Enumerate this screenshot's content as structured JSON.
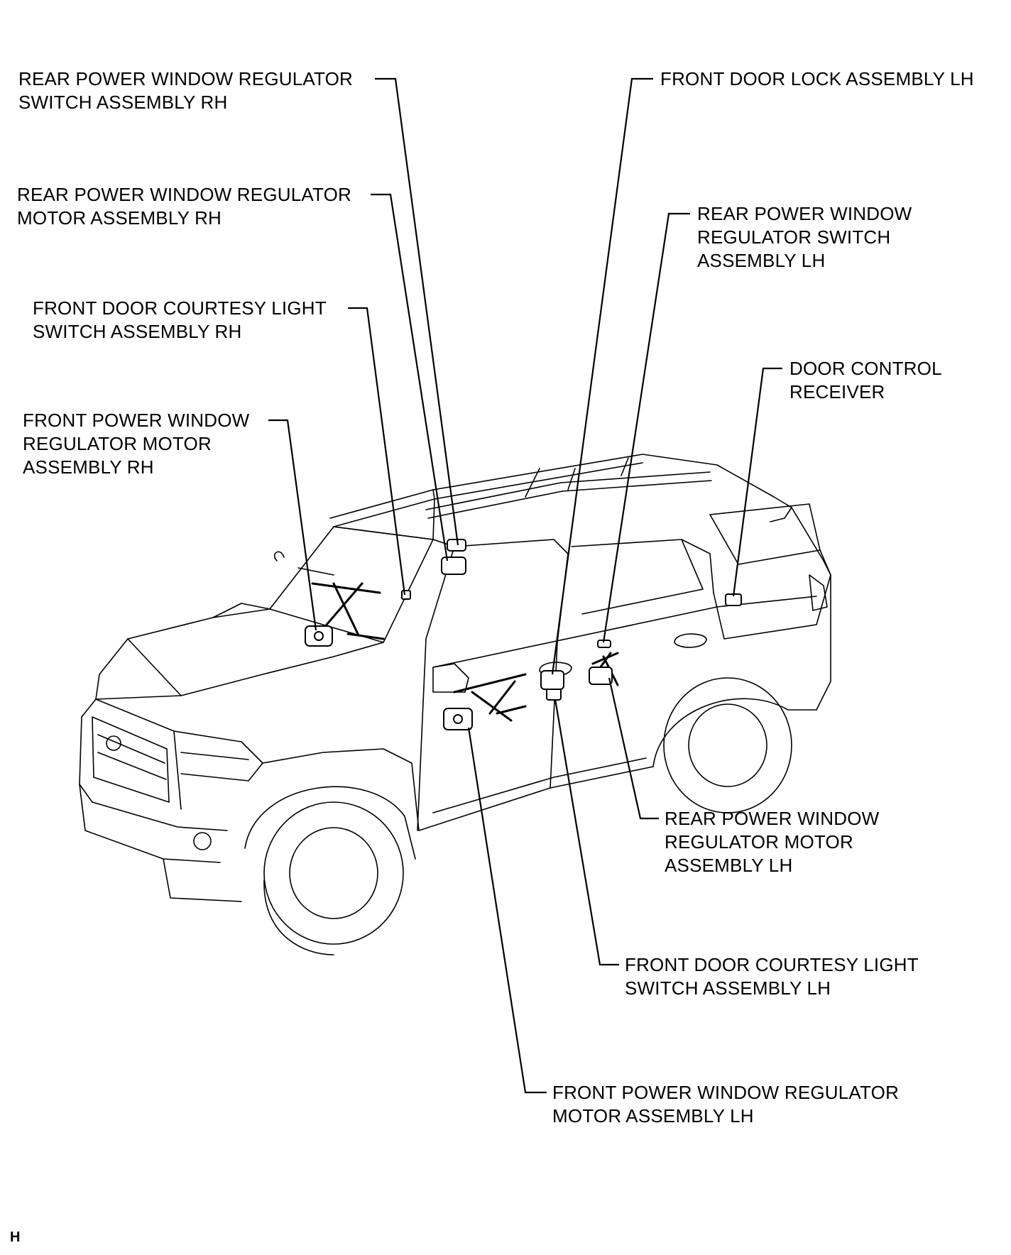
{
  "labels": {
    "rear_sw_rh": [
      "REAR POWER WINDOW REGULATOR",
      "SWITCH ASSEMBLY RH"
    ],
    "rear_motor_rh": [
      "REAR POWER WINDOW REGULATOR",
      "MOTOR ASSEMBLY RH"
    ],
    "courtesy_rh": [
      "FRONT DOOR COURTESY LIGHT",
      "SWITCH ASSEMBLY RH"
    ],
    "front_motor_rh": [
      "FRONT POWER WINDOW",
      "REGULATOR MOTOR",
      "ASSEMBLY RH"
    ],
    "door_lock_lh": [
      "FRONT DOOR LOCK ASSEMBLY LH"
    ],
    "rear_sw_lh": [
      "REAR POWER WINDOW",
      "REGULATOR SWITCH",
      "ASSEMBLY LH"
    ],
    "door_ctrl": [
      "DOOR CONTROL",
      "RECEIVER"
    ],
    "rear_motor_lh": [
      "REAR POWER WINDOW",
      "REGULATOR MOTOR",
      "ASSEMBLY LH"
    ],
    "courtesy_lh": [
      "FRONT DOOR COURTESY LIGHT",
      "SWITCH ASSEMBLY LH"
    ],
    "front_motor_lh": [
      "FRONT POWER WINDOW REGULATOR",
      "MOTOR ASSEMBLY LH"
    ]
  },
  "corner_mark": "H"
}
